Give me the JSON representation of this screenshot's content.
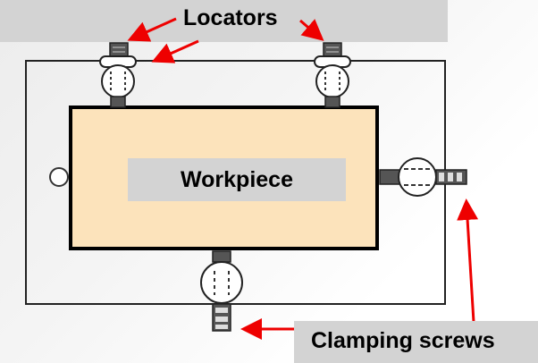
{
  "labels": {
    "locators": "Locators",
    "workpiece": "Workpiece",
    "clamping_screws": "Clamping screws"
  },
  "colors": {
    "workpiece_fill": "#fce3bb",
    "arrow": "#ee0000",
    "label_bg": "#d3d3d3",
    "outline": "#111111"
  }
}
